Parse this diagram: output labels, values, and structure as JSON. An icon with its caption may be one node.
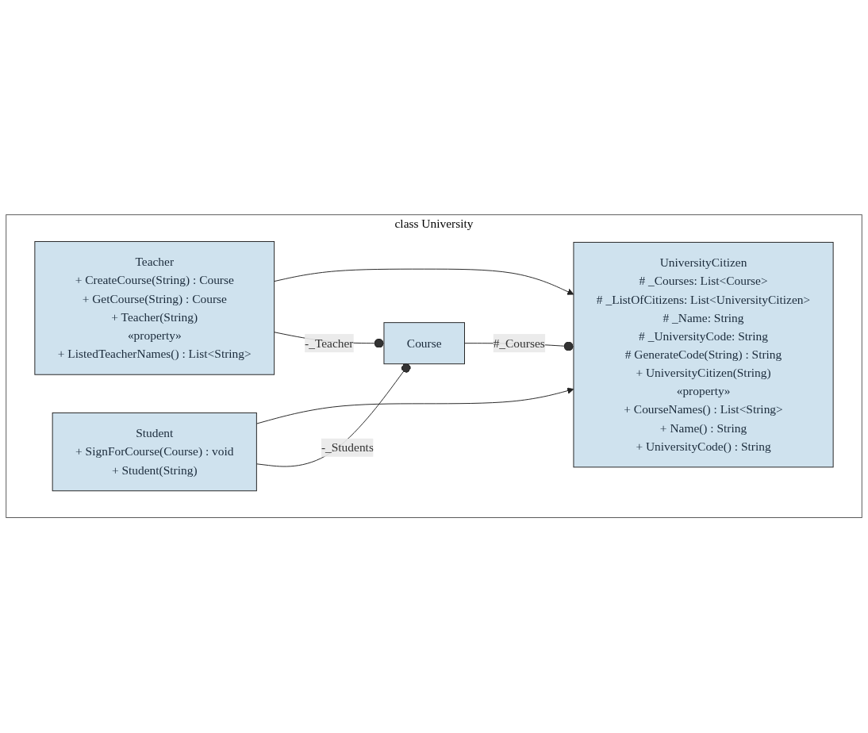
{
  "diagram": {
    "nodes": [
      {
        "text": [
          "class University"
        ]
      },
      {
        "text": [
          "UniversityCitizen",
          "# _Courses: List<Course>",
          "# _ListOfCitizens: List<UniversityCitizen>",
          "# _Name: String",
          "# _UniversityCode: String",
          "# GenerateCode(String) : String",
          "+ UniversityCitizen(String)",
          "«property»",
          "+ CourseNames() : List<String>",
          "+ Name() : String",
          "+ UniversityCode() : String"
        ],
        "in": 0
      },
      {
        "text": [
          "Teacher",
          "+ CreateCourse(String) : Course",
          "+ GetCourse(String) : Course",
          "+ Teacher(String)",
          "«property»",
          "+ ListedTeacherNames() : List<String>"
        ],
        "in": 0
      },
      {
        "text": [
          "Student",
          "+ SignForCourse(Course) : void",
          "+ Student(String)"
        ],
        "in": 0
      },
      {
        "text": [
          "Course"
        ],
        "in": 0
      }
    ],
    "edges": [
      {
        "from": 2,
        "to": 1,
        "arrow": "to"
      },
      {
        "from": 3,
        "to": 1,
        "arrow": "to"
      },
      {
        "from": 3,
        "to": 4,
        "arrow": "other",
        "label": "-_Students"
      },
      {
        "from": 2,
        "to": 4,
        "arrow": "other",
        "label": "-_Teacher"
      },
      {
        "from": 4,
        "to": 1,
        "arrow": "other",
        "label": "#_Courses"
      }
    ]
  }
}
